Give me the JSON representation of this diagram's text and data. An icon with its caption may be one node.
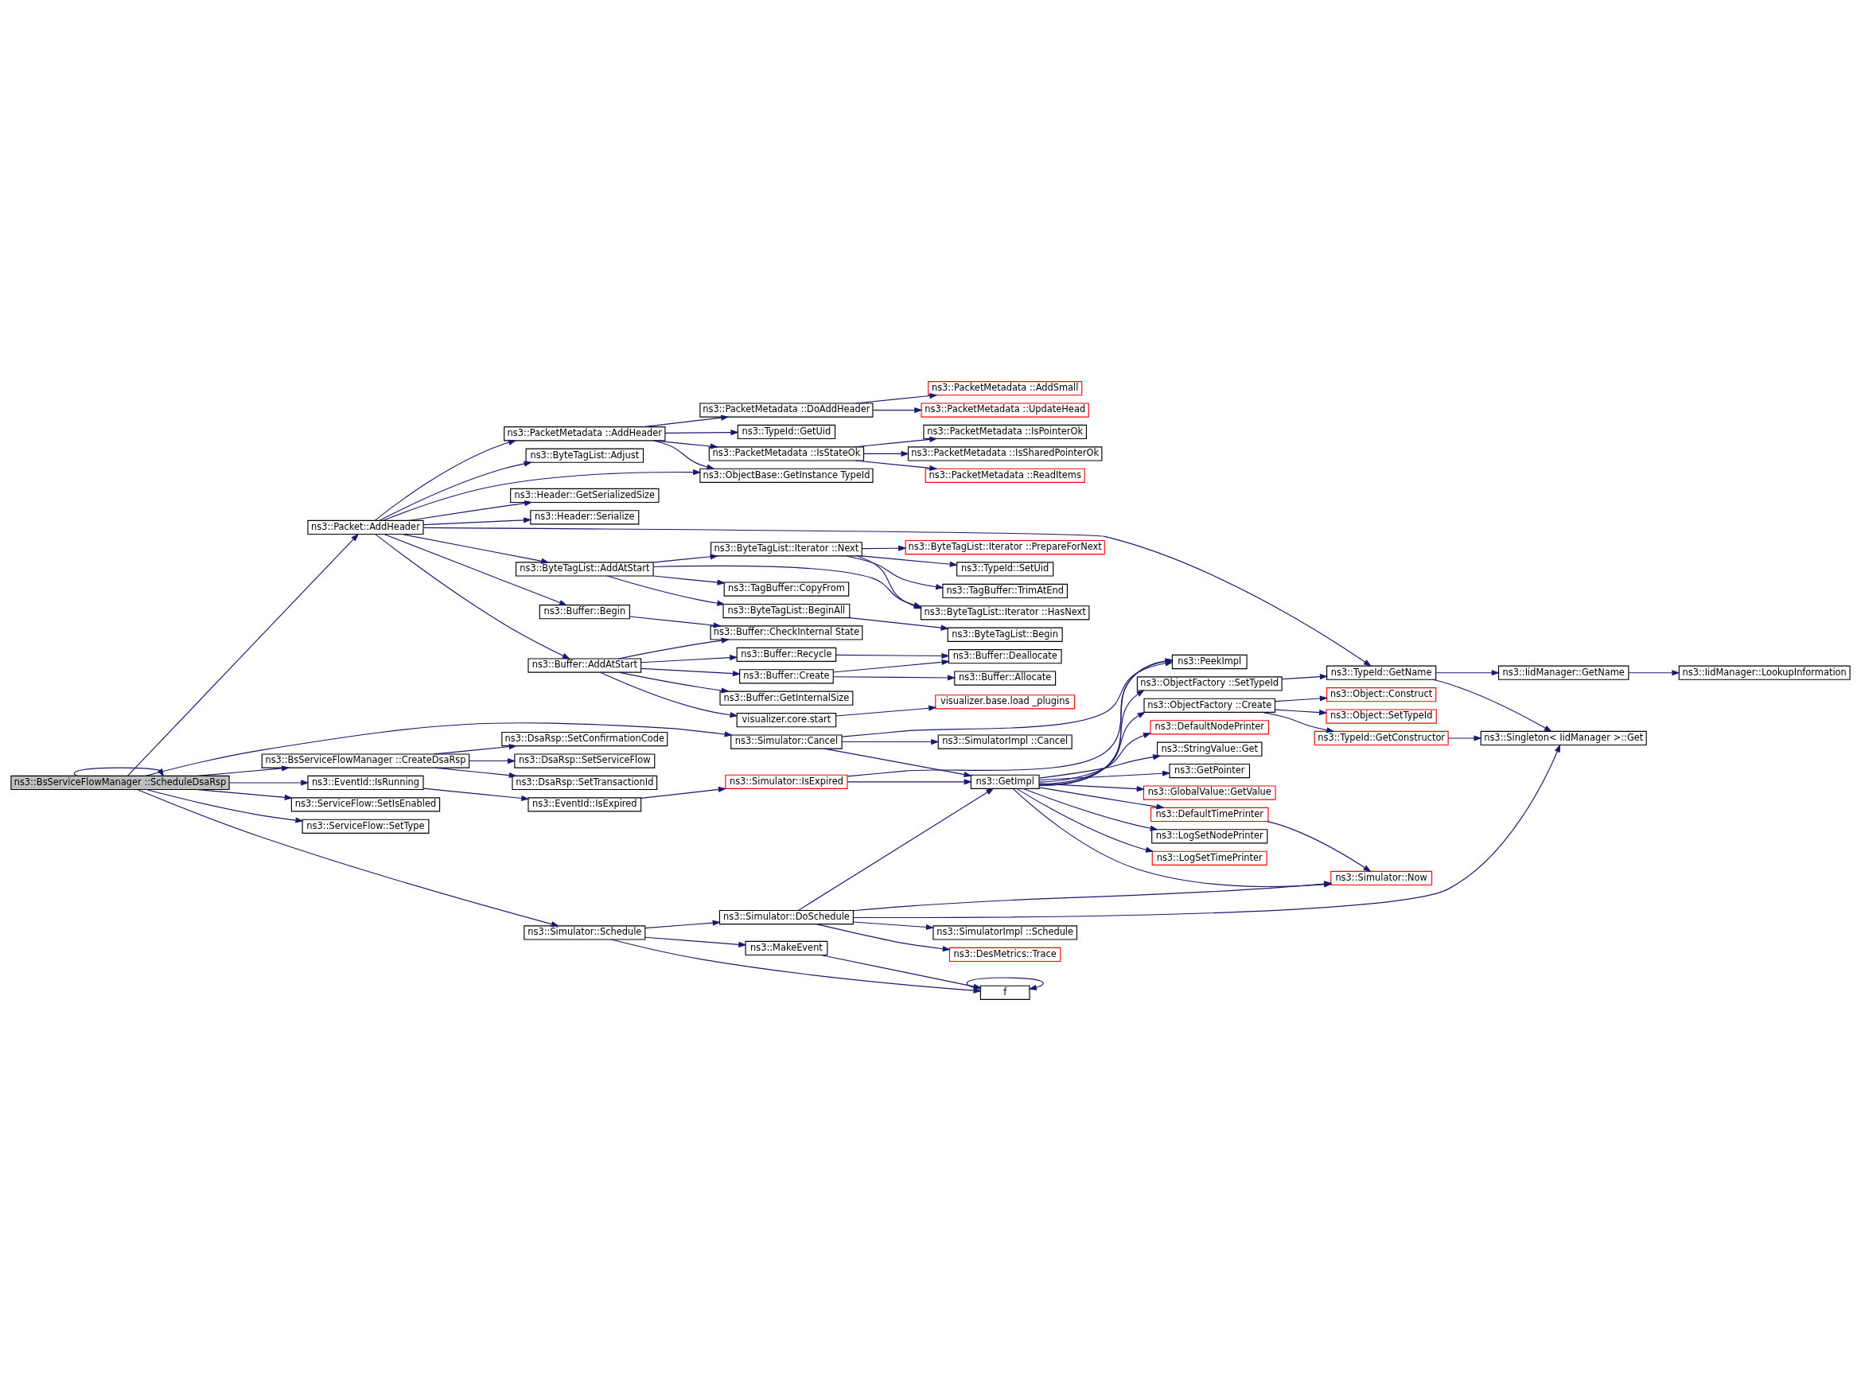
{
  "diagram": {
    "nodes": [
      {
        "text": [
          "ns3::BsServiceFlowManager ::ScheduleDsaRsp"
        ]
      },
      {
        "text": [
          "ns3::Packet::AddHeader"
        ]
      },
      {
        "text": [
          "ns3::EventId::IsRunning"
        ]
      },
      {
        "text": [
          "ns3::BsServiceFlowManager ::CreateDsaRsp"
        ]
      },
      {
        "text": [
          "ns3::Simulator::Cancel"
        ]
      },
      {
        "text": [
          "ns3::ServiceFlow::SetIsEnabled"
        ]
      },
      {
        "text": [
          "ns3::ServiceFlow::SetType"
        ]
      },
      {
        "text": [
          "ns3::Simulator::Schedule"
        ]
      },
      {
        "text": [
          "ns3::ByteTagList::AddAtStart"
        ]
      },
      {
        "text": [
          "ns3::Buffer::Begin"
        ]
      },
      {
        "text": [
          "ns3::Buffer::AddAtStart"
        ]
      },
      {
        "text": [
          "ns3::PacketMetadata ::AddHeader"
        ]
      },
      {
        "text": [
          "ns3::ByteTagList::Adjust"
        ]
      },
      {
        "text": [
          "ns3::ObjectBase::GetInstance TypeId"
        ]
      },
      {
        "text": [
          "ns3::Header::GetSerializedSize"
        ]
      },
      {
        "text": [
          "ns3::Header::Serialize"
        ]
      },
      {
        "text": [
          "ns3::TypeId::GetName"
        ]
      },
      {
        "text": [
          "ns3::TagBuffer::CopyFrom"
        ]
      },
      {
        "text": [
          "ns3::ByteTagList::Iterator ::Next"
        ]
      },
      {
        "text": [
          "ns3::ByteTagList::BeginAll"
        ]
      },
      {
        "text": [
          "ns3::Buffer::CheckInternal State"
        ]
      },
      {
        "text": [
          "ns3::Buffer::GetInternalSize"
        ]
      },
      {
        "text": [
          "visualizer.core.start"
        ]
      },
      {
        "text": [
          "ns3::Buffer::Recycle"
        ]
      },
      {
        "text": [
          "ns3::Buffer::Create"
        ]
      },
      {
        "text": [
          "ns3::TypeId::GetUid"
        ]
      },
      {
        "text": [
          "ns3::PacketMetadata ::IsStateOk"
        ]
      },
      {
        "text": [
          "ns3::PacketMetadata ::DoAddHeader"
        ]
      },
      {
        "text": [
          "ns3::ByteTagList::Iterator ::HasNext"
        ]
      },
      {
        "text": [
          "ns3::TagBuffer::TrimAtEnd"
        ]
      },
      {
        "text": [
          "ns3::ByteTagList::Iterator ::PrepareForNext"
        ]
      },
      {
        "text": [
          "ns3::TypeId::SetUid"
        ]
      },
      {
        "text": [
          "ns3::ByteTagList::Begin"
        ]
      },
      {
        "text": [
          "visualizer.base.load _plugins"
        ]
      },
      {
        "text": [
          "ns3::Buffer::Deallocate"
        ]
      },
      {
        "text": [
          "ns3::Buffer::Allocate"
        ]
      },
      {
        "text": [
          "ns3::PacketMetadata ::IsPointerOk"
        ]
      },
      {
        "text": [
          "ns3::PacketMetadata ::IsSharedPointerOk"
        ]
      },
      {
        "text": [
          "ns3::PacketMetadata ::ReadItems"
        ]
      },
      {
        "text": [
          "ns3::PacketMetadata ::UpdateHead"
        ]
      },
      {
        "text": [
          "ns3::PacketMetadata ::AddSmall"
        ]
      },
      {
        "text": [
          "ns3::EventId::IsExpired"
        ]
      },
      {
        "text": [
          "ns3::Simulator::IsExpired"
        ]
      },
      {
        "text": [
          "ns3::DsaRsp::SetConfirmationCode"
        ]
      },
      {
        "text": [
          "ns3::DsaRsp::SetServiceFlow"
        ]
      },
      {
        "text": [
          "ns3::DsaRsp::SetTransactionId"
        ]
      },
      {
        "text": [
          "ns3::GetImpl"
        ]
      },
      {
        "text": [
          "ns3::SimulatorImpl ::Cancel"
        ]
      },
      {
        "text": [
          "ns3::Simulator::DoSchedule"
        ]
      },
      {
        "text": [
          "ns3::MakeEvent"
        ]
      },
      {
        "text": [
          "f"
        ]
      },
      {
        "text": [
          "ns3::PeekImpl"
        ]
      },
      {
        "text": [
          "ns3::StringValue::Get"
        ]
      },
      {
        "text": [
          "ns3::GetPointer"
        ]
      },
      {
        "text": [
          "ns3::GlobalValue::GetValue"
        ]
      },
      {
        "text": [
          "ns3::ObjectFactory ::SetTypeId"
        ]
      },
      {
        "text": [
          "ns3::LogSetNodePrinter"
        ]
      },
      {
        "text": [
          "ns3::LogSetTimePrinter"
        ]
      },
      {
        "text": [
          "ns3::ObjectFactory ::Create"
        ]
      },
      {
        "text": [
          "ns3::DefaultTimePrinter"
        ]
      },
      {
        "text": [
          "ns3::DefaultNodePrinter"
        ]
      },
      {
        "text": [
          "ns3::SimulatorImpl ::Schedule"
        ]
      },
      {
        "text": [
          "ns3::DesMetrics::Trace"
        ]
      },
      {
        "text": [
          "ns3::Object::Construct"
        ]
      },
      {
        "text": [
          "ns3::TypeId::GetConstructor"
        ]
      },
      {
        "text": [
          "ns3::Object::SetTypeId"
        ]
      },
      {
        "text": [
          "ns3::Simulator::Now"
        ]
      },
      {
        "text": [
          "ns3::IidManager::GetName"
        ]
      },
      {
        "text": [
          "ns3::IidManager::LookupInformation"
        ]
      },
      {
        "text": [
          "ns3::Singleton< IidManager >::Get"
        ]
      }
    ],
    "edges": [
      {
        "from": 0,
        "to": 0,
        "arrow": "to"
      },
      {
        "from": 0,
        "to": 1,
        "arrow": "to"
      },
      {
        "from": 0,
        "to": 2,
        "arrow": "to"
      },
      {
        "from": 0,
        "to": 3,
        "arrow": "to"
      },
      {
        "from": 0,
        "to": 4,
        "arrow": "to"
      },
      {
        "from": 0,
        "to": 5,
        "arrow": "to"
      },
      {
        "from": 0,
        "to": 6,
        "arrow": "to"
      },
      {
        "from": 0,
        "to": 7,
        "arrow": "to"
      },
      {
        "from": 1,
        "to": 8,
        "arrow": "to"
      },
      {
        "from": 1,
        "to": 9,
        "arrow": "to"
      },
      {
        "from": 1,
        "to": 10,
        "arrow": "to"
      },
      {
        "from": 1,
        "to": 11,
        "arrow": "to"
      },
      {
        "from": 1,
        "to": 12,
        "arrow": "to"
      },
      {
        "from": 1,
        "to": 13,
        "arrow": "to"
      },
      {
        "from": 1,
        "to": 14,
        "arrow": "to"
      },
      {
        "from": 1,
        "to": 15,
        "arrow": "to"
      },
      {
        "from": 1,
        "to": 16,
        "arrow": "to"
      },
      {
        "from": 8,
        "to": 17,
        "arrow": "to"
      },
      {
        "from": 8,
        "to": 28,
        "arrow": "to"
      },
      {
        "from": 8,
        "to": 18,
        "arrow": "to"
      },
      {
        "from": 8,
        "to": 19,
        "arrow": "to"
      },
      {
        "from": 18,
        "to": 28,
        "arrow": "to"
      },
      {
        "from": 18,
        "to": 29,
        "arrow": "to"
      },
      {
        "from": 18,
        "to": 30,
        "arrow": "to"
      },
      {
        "from": 18,
        "to": 31,
        "arrow": "to"
      },
      {
        "from": 19,
        "to": 32,
        "arrow": "to"
      },
      {
        "from": 9,
        "to": 20,
        "arrow": "to"
      },
      {
        "from": 10,
        "to": 20,
        "arrow": "to"
      },
      {
        "from": 10,
        "to": 21,
        "arrow": "to"
      },
      {
        "from": 10,
        "to": 22,
        "arrow": "to"
      },
      {
        "from": 10,
        "to": 23,
        "arrow": "to"
      },
      {
        "from": 10,
        "to": 24,
        "arrow": "to"
      },
      {
        "from": 22,
        "to": 33,
        "arrow": "to"
      },
      {
        "from": 23,
        "to": 34,
        "arrow": "to"
      },
      {
        "from": 24,
        "to": 34,
        "arrow": "to"
      },
      {
        "from": 24,
        "to": 35,
        "arrow": "to"
      },
      {
        "from": 11,
        "to": 25,
        "arrow": "to"
      },
      {
        "from": 11,
        "to": 26,
        "arrow": "to"
      },
      {
        "from": 11,
        "to": 27,
        "arrow": "to"
      },
      {
        "from": 11,
        "to": 13,
        "arrow": "to"
      },
      {
        "from": 26,
        "to": 36,
        "arrow": "to"
      },
      {
        "from": 26,
        "to": 37,
        "arrow": "to"
      },
      {
        "from": 26,
        "to": 38,
        "arrow": "to"
      },
      {
        "from": 27,
        "to": 39,
        "arrow": "to"
      },
      {
        "from": 27,
        "to": 40,
        "arrow": "to"
      },
      {
        "from": 2,
        "to": 41,
        "arrow": "to"
      },
      {
        "from": 41,
        "to": 42,
        "arrow": "to"
      },
      {
        "from": 42,
        "to": 51,
        "arrow": "to"
      },
      {
        "from": 42,
        "to": 46,
        "arrow": "to"
      },
      {
        "from": 3,
        "to": 43,
        "arrow": "to"
      },
      {
        "from": 3,
        "to": 44,
        "arrow": "to"
      },
      {
        "from": 3,
        "to": 45,
        "arrow": "to"
      },
      {
        "from": 4,
        "to": 51,
        "arrow": "to"
      },
      {
        "from": 4,
        "to": 46,
        "arrow": "to"
      },
      {
        "from": 4,
        "to": 47,
        "arrow": "to"
      },
      {
        "from": 46,
        "to": 51,
        "arrow": "to"
      },
      {
        "from": 46,
        "to": 52,
        "arrow": "to"
      },
      {
        "from": 46,
        "to": 53,
        "arrow": "to"
      },
      {
        "from": 46,
        "to": 54,
        "arrow": "to"
      },
      {
        "from": 46,
        "to": 55,
        "arrow": "to"
      },
      {
        "from": 46,
        "to": 56,
        "arrow": "to"
      },
      {
        "from": 46,
        "to": 57,
        "arrow": "to"
      },
      {
        "from": 46,
        "to": 58,
        "arrow": "to"
      },
      {
        "from": 46,
        "to": 59,
        "arrow": "to"
      },
      {
        "from": 46,
        "to": 60,
        "arrow": "to"
      },
      {
        "from": 46,
        "to": 66,
        "arrow": "to"
      },
      {
        "from": 55,
        "to": 16,
        "arrow": "to"
      },
      {
        "from": 16,
        "to": 67,
        "arrow": "to"
      },
      {
        "from": 16,
        "to": 69,
        "arrow": "to"
      },
      {
        "from": 67,
        "to": 68,
        "arrow": "to"
      },
      {
        "from": 58,
        "to": 63,
        "arrow": "to"
      },
      {
        "from": 58,
        "to": 64,
        "arrow": "to"
      },
      {
        "from": 58,
        "to": 65,
        "arrow": "to"
      },
      {
        "from": 64,
        "to": 69,
        "arrow": "to"
      },
      {
        "from": 59,
        "to": 66,
        "arrow": "to"
      },
      {
        "from": 7,
        "to": 48,
        "arrow": "to"
      },
      {
        "from": 7,
        "to": 49,
        "arrow": "to"
      },
      {
        "from": 7,
        "to": 50,
        "arrow": "to"
      },
      {
        "from": 48,
        "to": 46,
        "arrow": "to"
      },
      {
        "from": 48,
        "to": 66,
        "arrow": "to"
      },
      {
        "from": 48,
        "to": 61,
        "arrow": "to"
      },
      {
        "from": 48,
        "to": 62,
        "arrow": "to"
      },
      {
        "from": 48,
        "to": 69,
        "arrow": "to"
      },
      {
        "from": 49,
        "to": 50,
        "arrow": "to"
      },
      {
        "from": 50,
        "to": 50,
        "arrow": "to"
      }
    ]
  }
}
